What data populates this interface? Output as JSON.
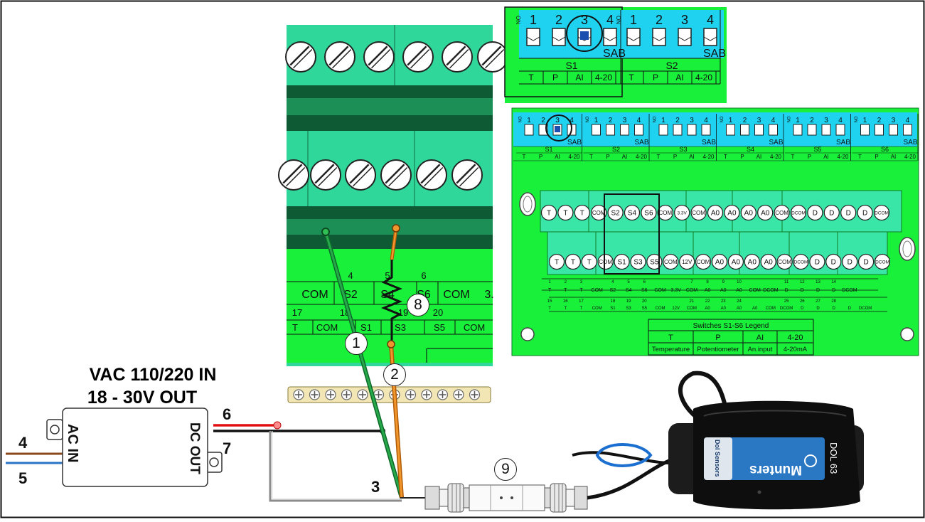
{
  "colors": {
    "board_green": "#18f03a",
    "terminal_teal": "#2fd89a",
    "switch_blue": "#1fd3f0",
    "wire_green": "#1a8a3a",
    "wire_orange": "#e77a12",
    "wire_red": "#e01010",
    "wire_brown": "#8b4a1e",
    "wire_blue": "#2a74c6",
    "wire_gray": "#8c8c8c"
  },
  "psu": {
    "title_line1": "VAC 110/220 IN",
    "title_line2": "18 - 30V OUT",
    "ac_label": "AC IN",
    "dc_label": "DC OUT"
  },
  "wire_numbers": {
    "n3": "3",
    "n4": "4",
    "n5": "5",
    "n6": "6",
    "n7": "7"
  },
  "callouts": {
    "c1": "1",
    "c2": "2",
    "c8": "8",
    "c9": "9"
  },
  "zoom_board": {
    "upper_numbers": [
      "4",
      "5",
      "6"
    ],
    "upper_labels": [
      "COM",
      "S2",
      "S4",
      "S6",
      "COM",
      "3."
    ],
    "lower_numbers": [
      "17",
      "18",
      "19",
      "20"
    ],
    "lower_labels": [
      "T",
      "COM",
      "S1",
      "S3",
      "S5",
      "COM"
    ]
  },
  "switch_inset": {
    "blocks": [
      {
        "name": "S1",
        "numbers": [
          "1",
          "2",
          "3",
          "4"
        ],
        "sab": "SAB",
        "modes": [
          "T",
          "P",
          "AI",
          "4-20"
        ]
      },
      {
        "name": "S2",
        "numbers": [
          "1",
          "2",
          "3",
          "4"
        ],
        "sab": "SAB",
        "modes": [
          "T",
          "P",
          "AI",
          "4-20"
        ]
      }
    ],
    "on_label": "ON"
  },
  "main_board": {
    "switch_blocks": [
      "S1",
      "S2",
      "S3",
      "S4",
      "S5",
      "S6"
    ],
    "switch_numbers": [
      "1",
      "2",
      "3",
      "4"
    ],
    "switch_modes": [
      "T",
      "P",
      "AI",
      "4-20"
    ],
    "sab": "SAB",
    "on_label": "ON",
    "top_row": [
      "T",
      "T",
      "T",
      "COM",
      "S2",
      "S4",
      "S6",
      "COM",
      "3.3V",
      "COM",
      "A0",
      "A0",
      "A0",
      "A0",
      "COM",
      "DCOM",
      "D",
      "D",
      "D",
      "D",
      "DCOM"
    ],
    "bottom_row": [
      "T",
      "T",
      "T",
      "COM",
      "S1",
      "S3",
      "S5",
      "COM",
      "12V",
      "COM",
      "A0",
      "A0",
      "A0",
      "A0",
      "COM",
      "DCOM",
      "D",
      "D",
      "D",
      "D",
      "DCOM"
    ],
    "table_row1_nums": [
      "1",
      "2",
      "3",
      "",
      "4",
      "5",
      "6",
      "",
      "",
      "7",
      "8",
      "9",
      "10",
      "",
      "",
      "11",
      "12",
      "13",
      "14",
      "",
      ""
    ],
    "table_row1_labels": [
      "T",
      "T",
      "T",
      "COM",
      "S2",
      "S4",
      "S6",
      "COM",
      "3.3V",
      "COM",
      "A0",
      "A0",
      "A0",
      "COM",
      "DCOM",
      "D",
      "D",
      "D",
      "D",
      "DCOM",
      ""
    ],
    "table_row2_nums": [
      "15",
      "16",
      "17",
      "",
      "18",
      "19",
      "20",
      "",
      "",
      "21",
      "22",
      "23",
      "24",
      "",
      "",
      "25",
      "26",
      "27",
      "28",
      "",
      ""
    ],
    "table_row2_labels": [
      "T",
      "T",
      "T",
      "COM",
      "S1",
      "S3",
      "S5",
      "COM",
      "12V",
      "COM",
      "A0",
      "A0",
      "A0",
      "A0",
      "COM",
      "DCOM",
      "D",
      "D",
      "D",
      "D",
      "DCOM"
    ],
    "legend": {
      "title": "Switches S1-S6 Legend",
      "codes": [
        "T",
        "P",
        "AI",
        "4-20"
      ],
      "meanings": [
        "Temperature",
        "Potentiometer",
        "An.input",
        "4-20mA"
      ]
    }
  },
  "sensor": {
    "brand": "Munters",
    "model": "DOL 63",
    "side_brand": "Dol Sensors"
  }
}
